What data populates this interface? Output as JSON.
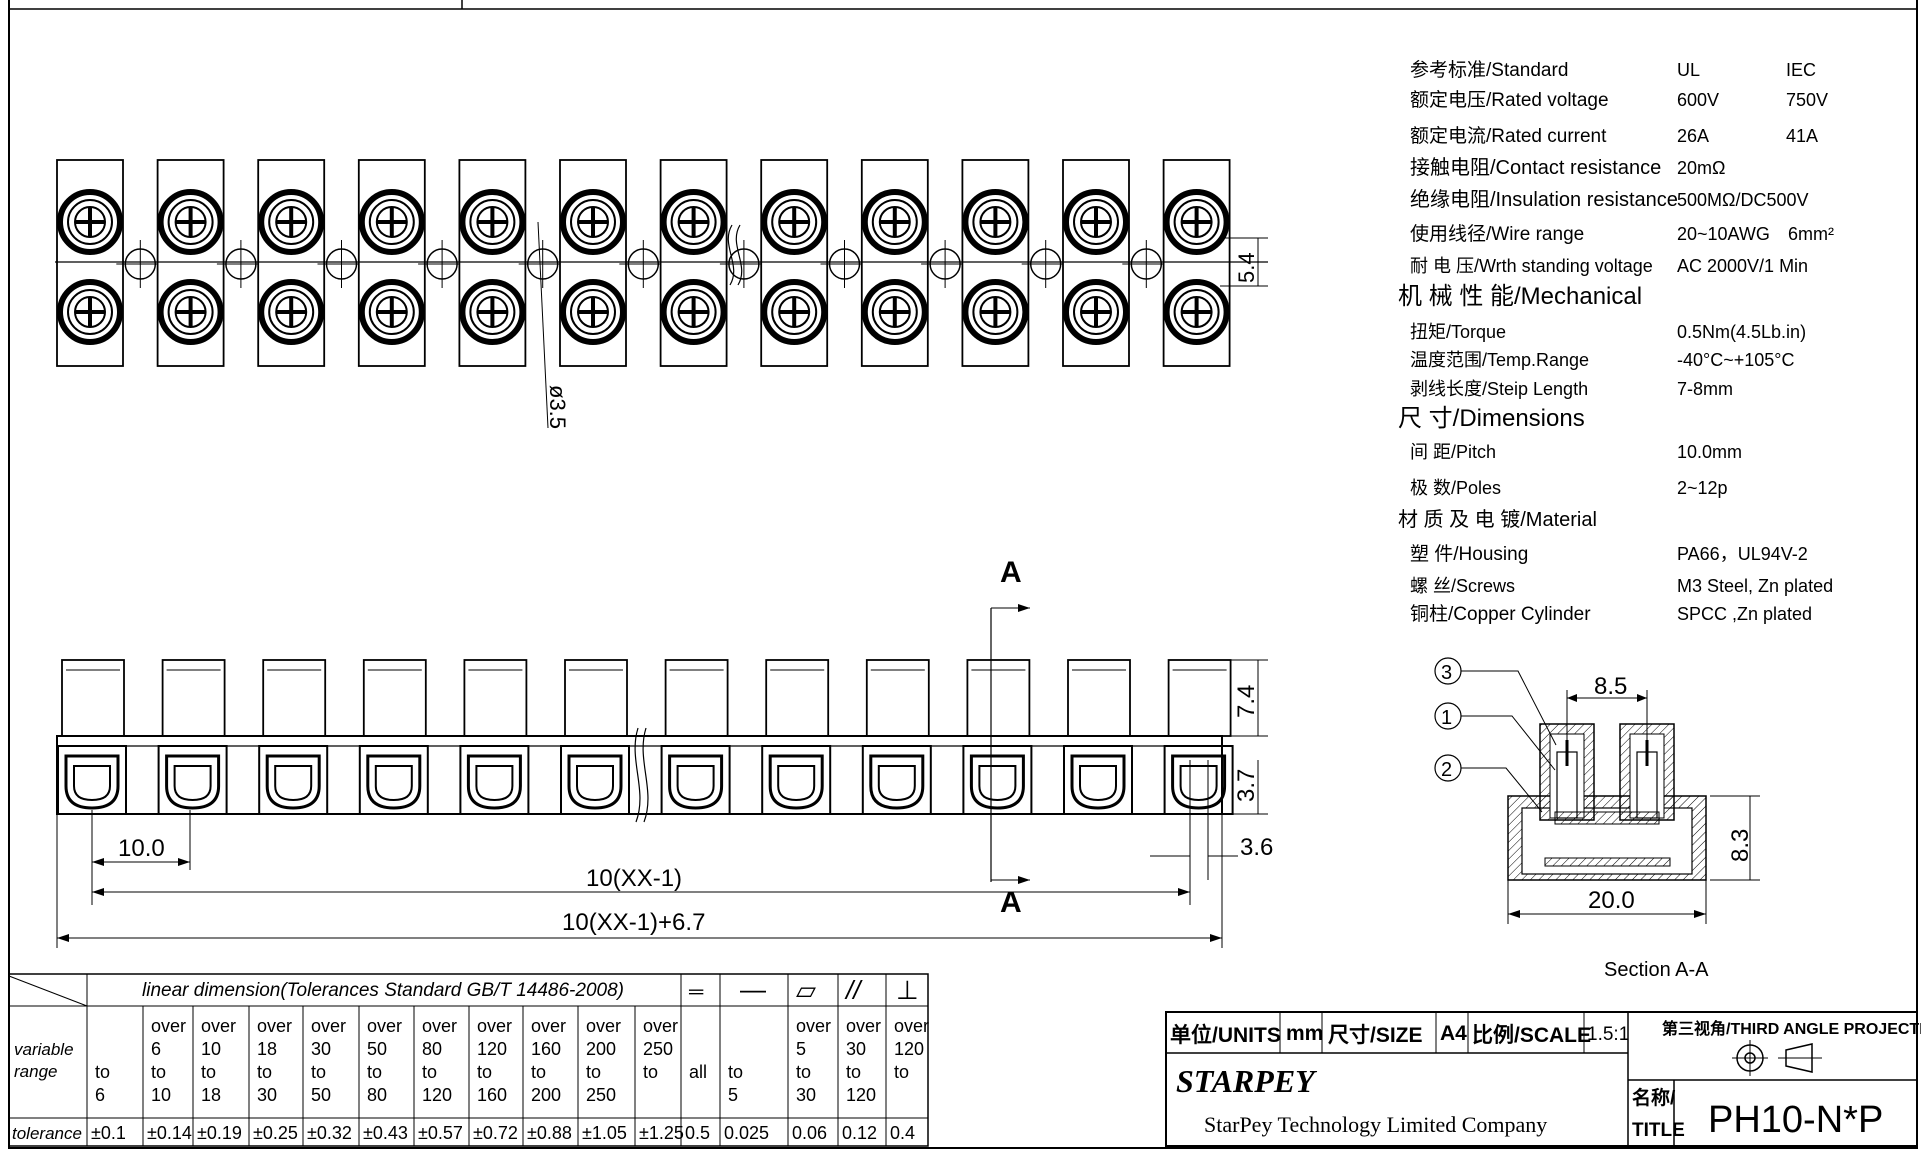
{
  "specs": {
    "rows": [
      {
        "label": "参考标准/Standard",
        "v1": "UL",
        "v2": "IEC"
      },
      {
        "label": "额定电压/Rated voltage",
        "v1": "600V",
        "v2": "750V"
      },
      {
        "label": "额定电流/Rated current",
        "v1": "26A",
        "v2": "41A"
      },
      {
        "label": "接触电阻/Contact resistance",
        "v1": "20mΩ",
        "v2": ""
      },
      {
        "label": "绝缘电阻/Insulation resistance",
        "v1": "500MΩ/DC500V",
        "v2": ""
      },
      {
        "label": "使用线径/Wire range",
        "v1": "20~10AWG",
        "v2": "6mm²"
      },
      {
        "label": "耐 电 压/Wrth standing voltage",
        "v1": "AC 2000V/1 Min",
        "v2": ""
      },
      {
        "label": "机 械 性 能/Mechanical",
        "v1": "",
        "v2": ""
      },
      {
        "label": "扭矩/Torque",
        "v1": "0.5Nm(4.5Lb.in)",
        "v2": ""
      },
      {
        "label": "温度范围/Temp.Range",
        "v1": "-40°C~+105°C",
        "v2": ""
      },
      {
        "label": "剥线长度/Steip Length",
        "v1": "7-8mm",
        "v2": ""
      },
      {
        "label": "尺  寸/Dimensions",
        "v1": "",
        "v2": ""
      },
      {
        "label": "间 距/Pitch",
        "v1": "10.0mm",
        "v2": ""
      },
      {
        "label": "极 数/Poles",
        "v1": "2~12p",
        "v2": ""
      },
      {
        "label": "材 质 及 电 镀/Material",
        "v1": "",
        "v2": ""
      },
      {
        "label": "塑 件/Housing",
        "v1": "PA66，UL94V-2",
        "v2": ""
      },
      {
        "label": "螺 丝/Screws",
        "v1": "M3 Steel, Zn plated",
        "v2": ""
      },
      {
        "label": "铜柱/Copper Cylinder",
        "v1": "SPCC ,Zn plated",
        "v2": ""
      }
    ]
  },
  "dimensions": {
    "hole_dia": "ø3.5",
    "height_top": "5.4",
    "section_label": "A",
    "h1": "7.4",
    "h2": "3.7",
    "offset": "3.6",
    "pitch": "10.0",
    "span1": "10(XX-1)",
    "span2": "10(XX-1)+6.7",
    "section_width": "8.5",
    "section_height": "8.3",
    "section_base": "20.0",
    "section_caption": "Section A-A",
    "callouts": [
      "3",
      "1",
      "2"
    ]
  },
  "tolerance_table": {
    "header": "linear dimension(Tolerances Standard GB/T 14486-2008)",
    "symbols": [
      "═",
      "—",
      "▱",
      "//",
      "⊥"
    ],
    "row_label_range": "variable range",
    "row_label_tol": "tolerance",
    "ranges": [
      "to 6",
      "over 6 to 10",
      "over 10 to 18",
      "over 18 to 30",
      "over 30 to 50",
      "over 50 to 80",
      "over 80 to 120",
      "over 120 to 160",
      "over 160 to 200",
      "over 200 to 250",
      "over 250 to",
      "all",
      "to 5",
      "over 5 to 30",
      "over 30 to 120",
      "over 120 to"
    ],
    "tolerances": [
      "±0.1",
      "±0.14",
      "±0.19",
      "±0.25",
      "±0.32",
      "±0.43",
      "±0.57",
      "±0.72",
      "±0.88",
      "±1.05",
      "±1.25",
      "0.5",
      "0.025",
      "0.06",
      "0.12",
      "0.4"
    ]
  },
  "title_block": {
    "units_label": "单位/UNITS",
    "units_value": "mm",
    "size_label": "尺寸/SIZE",
    "size_value": "A4",
    "scale_label": "比例/SCALE",
    "scale_value": "1.5:1",
    "projection": "第三视角/THIRD ANGLE PROJECTION",
    "brand": "STARPEY",
    "company": "StarPey Technology Limited Company",
    "title_label_cn": "名称/",
    "title_label_en": "TITLE",
    "title_value": "PH10-N*P"
  }
}
